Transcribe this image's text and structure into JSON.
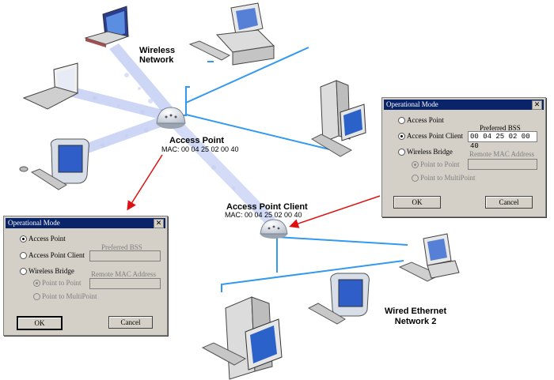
{
  "labels": {
    "wireless_network": "Wireless\nNetwork",
    "access_point_name": "Access Point",
    "access_point_mac": "MAC: 00 04 25 02 00 40",
    "ap_client_name": "Access Point Client",
    "ap_client_mac": "MAC: 00 04 25 02 00 40",
    "wired_network": "Wired Ethernet\nNetwork 2"
  },
  "dialog_left": {
    "title": "Operational Mode",
    "close": "✕",
    "options": [
      "Access Point",
      "Access Point Client",
      "Wireless Bridge"
    ],
    "sub_options": [
      "Point to Point",
      "Point to MultiPoint"
    ],
    "selected": "Access Point",
    "preferred_bss_label": "Preferred BSS",
    "preferred_bss_value": "",
    "remote_mac_label": "Remote MAC Address",
    "remote_mac_value": "",
    "ok": "OK",
    "cancel": "Cancel"
  },
  "dialog_right": {
    "title": "Operational Mode",
    "close": "✕",
    "options": [
      "Access Point",
      "Access Point Client",
      "Wireless Bridge"
    ],
    "sub_options": [
      "Point to Point",
      "Point to MultiPoint"
    ],
    "selected": "Access Point Client",
    "preferred_bss_label": "Preferred BSS",
    "preferred_bss_value": "00 04 25 02 00 40",
    "remote_mac_label": "Remote MAC Address",
    "remote_mac_value": "",
    "ok": "OK",
    "cancel": "Cancel"
  },
  "colors": {
    "wire": "#3399ee",
    "wireless_beam": "#8aa0e8",
    "arrow": "#dd1111",
    "titlebar": "#0a246a"
  }
}
